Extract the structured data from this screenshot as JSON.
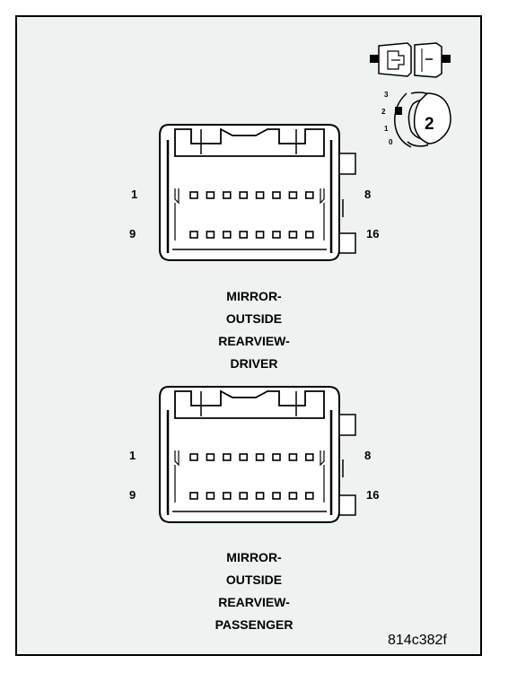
{
  "connectors": [
    {
      "id": "driver",
      "label_lines": [
        "MIRROR-",
        "OUTSIDE",
        "REARVIEW-",
        "DRIVER"
      ],
      "pin_labels": {
        "top_left": "1",
        "top_right": "8",
        "bottom_left": "9",
        "bottom_right": "16"
      },
      "pins_per_row": 8
    },
    {
      "id": "passenger",
      "label_lines": [
        "MIRROR-",
        "OUTSIDE",
        "REARVIEW-",
        "PASSENGER"
      ],
      "pin_labels": {
        "top_left": "1",
        "top_right": "8",
        "bottom_left": "9",
        "bottom_right": "16"
      },
      "pins_per_row": 8
    }
  ],
  "lock_indicator": {
    "positions": [
      "3",
      "2",
      "1",
      "0"
    ],
    "position_number": "2"
  },
  "figure_ref": "814c382f"
}
